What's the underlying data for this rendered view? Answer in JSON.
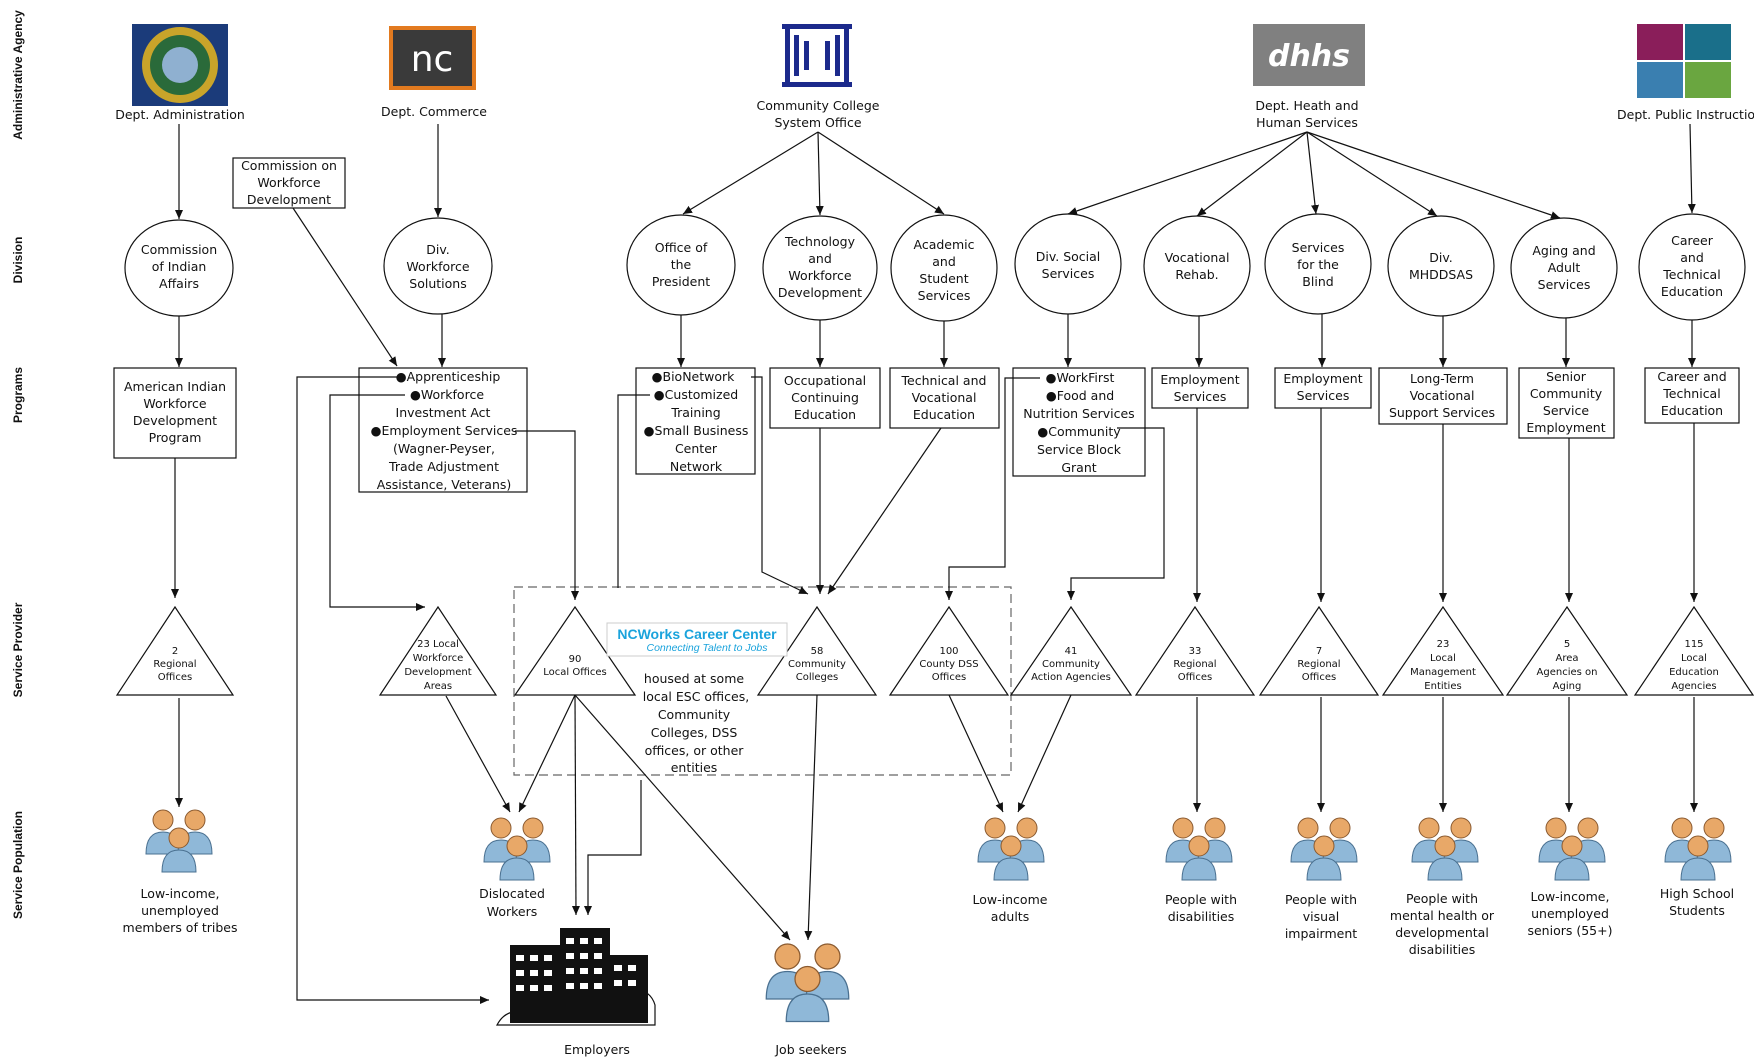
{
  "rows": {
    "agency": "Administrative Agency",
    "division": "Division",
    "programs": "Programs",
    "provider": "Service Provider",
    "population": "Service Population"
  },
  "agencies": {
    "admin": "Dept. Administration",
    "commerce": "Dept. Commerce",
    "ccso": [
      "Community College",
      "System Office"
    ],
    "dhhs": [
      "Dept. Heath and",
      "Human Services"
    ],
    "dpi": "Dept. Public Instruction"
  },
  "logo_texts": {
    "commerce": "nc",
    "dhhs": "dhhs"
  },
  "commission_wfd": [
    "Commission on",
    "Workforce",
    "Development"
  ],
  "divisions": {
    "indian": [
      "Commission",
      "of Indian",
      "Affairs"
    ],
    "dws": [
      "Div.",
      "Workforce",
      "Solutions"
    ],
    "president": [
      "Office of",
      "the",
      "President"
    ],
    "twd": [
      "Technology",
      "and",
      "Workforce",
      "Development"
    ],
    "ass": [
      "Academic",
      "and",
      "Student",
      "Services"
    ],
    "dss": [
      "Div. Social",
      "Services"
    ],
    "vr": [
      "Vocational",
      "Rehab."
    ],
    "blind": [
      "Services",
      "for the",
      "Blind"
    ],
    "mhddsas": [
      "Div.",
      "MHDDSAS"
    ],
    "aging": [
      "Aging and",
      "Adult",
      "Services"
    ],
    "cte": [
      "Career",
      "and",
      "Technical",
      "Education"
    ]
  },
  "programs": {
    "aiwdp": [
      "American Indian",
      "Workforce",
      "Development",
      "Program"
    ],
    "dws": [
      "●Apprenticeship",
      "●Workforce",
      "Investment Act",
      "●Employment Services",
      "(Wagner-Peyser,",
      "Trade Adjustment",
      "Assistance, Veterans)"
    ],
    "president": [
      "●BioNetwork",
      "●Customized",
      "Training",
      "●Small Business",
      "Center",
      "Network"
    ],
    "oce": [
      "Occupational",
      "Continuing",
      "Education"
    ],
    "tve": [
      "Technical and",
      "Vocational",
      "Education"
    ],
    "dss": [
      "●WorkFirst",
      "●Food and",
      "Nutrition Services",
      "●Community",
      "Service Block",
      "Grant"
    ],
    "vr": [
      "Employment",
      "Services"
    ],
    "blind": [
      "Employment",
      "Services"
    ],
    "mhddsas": [
      "Long-Term",
      "Vocational",
      "Support Services"
    ],
    "aging": [
      "Senior",
      "Community",
      "Service",
      "Employment"
    ],
    "cte": [
      "Career and",
      "Technical",
      "Education"
    ]
  },
  "providers": {
    "regional2": [
      "2",
      "Regional",
      "Offices"
    ],
    "lwda": [
      "23 Local",
      "Workforce",
      "Development",
      "Areas"
    ],
    "local90": [
      "90",
      "Local Offices"
    ],
    "cc58": [
      "58",
      "Community",
      "Colleges"
    ],
    "dss100": [
      "100",
      "County DSS",
      "Offices"
    ],
    "caa41": [
      "41",
      "Community",
      "Action Agencies"
    ],
    "regional33": [
      "33",
      "Regional",
      "Offices"
    ],
    "regional7": [
      "7",
      "Regional",
      "Offices"
    ],
    "lme23": [
      "23",
      "Local",
      "Management",
      "Entities"
    ],
    "aaa5": [
      "5",
      "Area",
      "Agencies on",
      "Aging"
    ],
    "lea115": [
      "115",
      "Local",
      "Education",
      "Agencies"
    ]
  },
  "ncworks": {
    "title": "NCWorks Career Center",
    "tagline": "Connecting Talent to Jobs"
  },
  "ncworks_note": [
    "housed at some",
    "local ESC offices,",
    "Community",
    "Colleges, DSS",
    "offices, or other",
    "entities"
  ],
  "populations": {
    "tribes": [
      "Low-income,",
      "unemployed",
      "members of tribes"
    ],
    "dislocated": [
      "Dislocated",
      "Workers"
    ],
    "employers": "Employers",
    "jobseekers": "Job seekers",
    "lowincome": [
      "Low-income",
      "adults"
    ],
    "disabilities": [
      "People with",
      "disabilities"
    ],
    "visual": [
      "People with",
      "visual",
      "impairment"
    ],
    "mental": [
      "People with",
      "mental health or",
      "developmental",
      "disabilities"
    ],
    "seniors": [
      "Low-income,",
      "unemployed",
      "seniors (55+)"
    ],
    "hs": [
      "High School",
      "Students"
    ]
  },
  "colors": {
    "ncworks_blue": "#1aa3dc",
    "person_head": "#e8a868",
    "person_body": "#8fb8d8",
    "commerce_orange": "#e27a1f",
    "ccso_blue": "#1c2a8c",
    "dpi_magenta": "#8a1e5a",
    "dpi_teal": "#1a6f8a",
    "dpi_green": "#6aa640"
  },
  "icons": [
    "nc-seal-icon",
    "nc-commerce-logo-icon",
    "ccso-logo-icon",
    "dhhs-logo-icon",
    "dpi-logo-icon",
    "people-group-icon",
    "office-building-icon"
  ]
}
